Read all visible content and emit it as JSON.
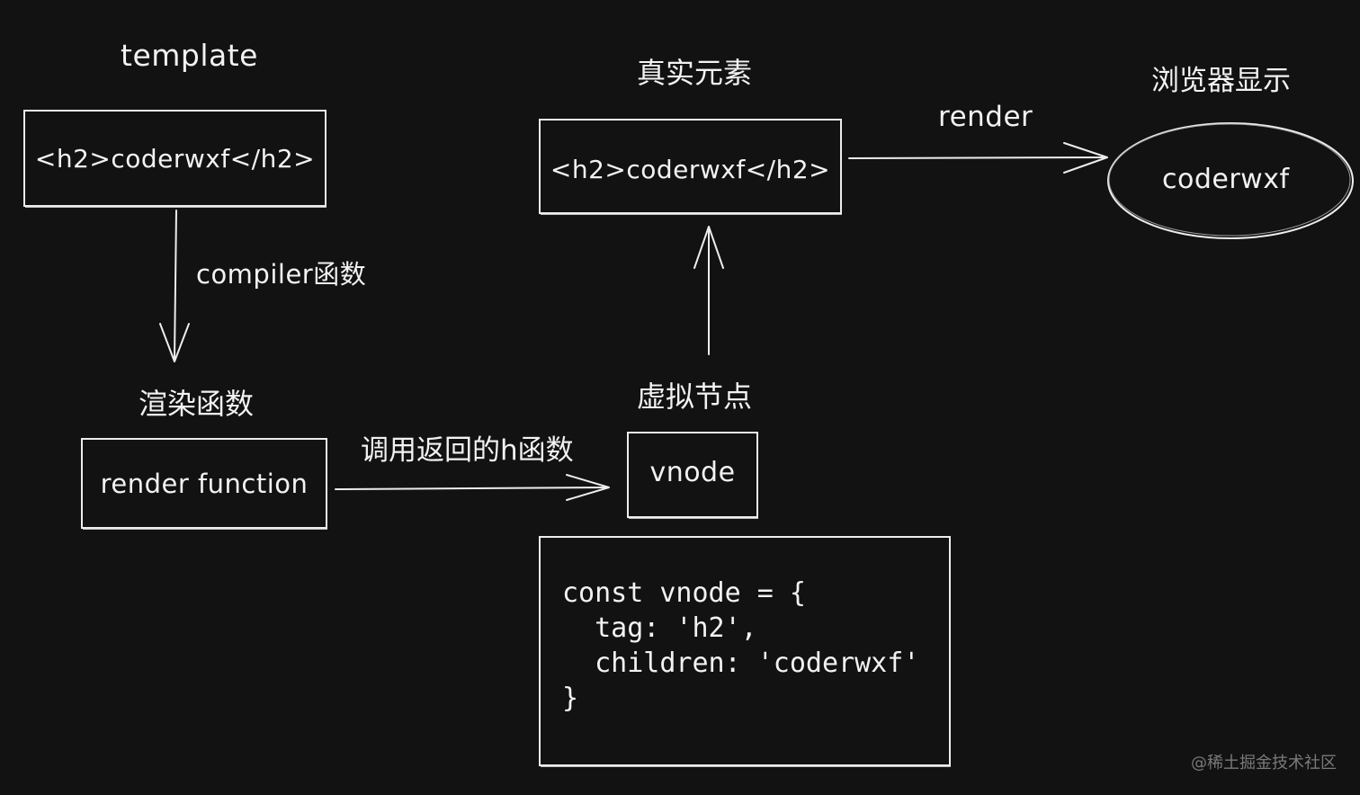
{
  "labels": {
    "template": "template",
    "real_element": "真实元素",
    "browser_display": "浏览器显示",
    "render_arrow": "render",
    "compiler": "compiler函数",
    "render_function_title": "渲染函数",
    "call_h": "调用返回的h函数",
    "vnode_title": "虚拟节点"
  },
  "boxes": {
    "template_box": "<h2>coderwxf</h2>",
    "real_element_box": "<h2>coderwxf</h2>",
    "browser_ellipse": "coderwxf",
    "render_function_box": "render function",
    "vnode_box": "vnode"
  },
  "code": {
    "line1": "const vnode = {",
    "line2": "  tag: 'h2',",
    "line3": "  children: 'coderwxf'",
    "line4": "}"
  },
  "watermark": "@稀土掘金技术社区",
  "colors": {
    "background": "#121212",
    "stroke": "#ededed",
    "text": "#f2f2f2",
    "watermark": "#7a7a7a"
  }
}
